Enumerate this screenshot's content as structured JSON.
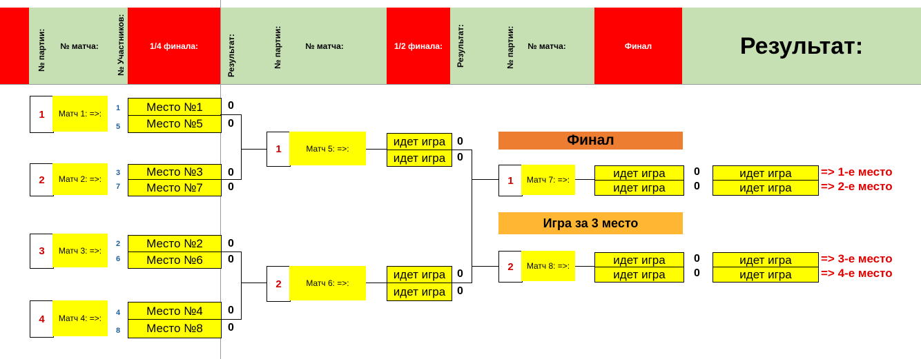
{
  "header": {
    "party_no": "№ партии:",
    "match_no": "№ матча:",
    "participants_no": "№ Участников:",
    "quarterfinal": "1/4 финала:",
    "result_short": "Результат:",
    "party_no_2": "№ партии:",
    "match_no_2": "№ матча:",
    "semifinal": "1/2 финала:",
    "result_short_2": "Результат:",
    "party_no_3": "№ партии:",
    "match_no_3": "№ матча:",
    "final": "Финал",
    "result_title": "Результат:"
  },
  "quarterfinals": [
    {
      "party": "1",
      "match": "Матч 1: =>:",
      "p1_num": "1",
      "p1": "Место №1",
      "p1_score": "0",
      "p2_num": "5",
      "p2": "Место №5",
      "p2_score": "0"
    },
    {
      "party": "2",
      "match": "Матч 2: =>:",
      "p1_num": "3",
      "p1": "Место №3",
      "p1_score": "0",
      "p2_num": "7",
      "p2": "Место №7",
      "p2_score": "0"
    },
    {
      "party": "3",
      "match": "Матч 3: =>:",
      "p1_num": "2",
      "p1": "Место №2",
      "p1_score": "0",
      "p2_num": "6",
      "p2": "Место №6",
      "p2_score": "0"
    },
    {
      "party": "4",
      "match": "Матч 4: =>:",
      "p1_num": "4",
      "p1": "Место №4",
      "p1_score": "0",
      "p2_num": "8",
      "p2": "Место №8",
      "p2_score": "0"
    }
  ],
  "semifinals": [
    {
      "party": "1",
      "match": "Матч 5: =>:",
      "p1": "идет игра",
      "p1_score": "0",
      "p2": "идет игра",
      "p2_score": "0"
    },
    {
      "party": "2",
      "match": "Матч 6: =>:",
      "p1": "идет игра",
      "p1_score": "0",
      "p2": "идет игра",
      "p2_score": "0"
    }
  ],
  "final_banner": "Финал",
  "third_banner": "Игра за 3 место",
  "finals": [
    {
      "party": "1",
      "match": "Матч 7: =>:",
      "p1": "идет игра",
      "p1_score": "0",
      "p2": "идет игра",
      "p2_score": "0",
      "r1": "идет игра",
      "r2": "идет игра",
      "place1": "=> 1-е место",
      "place2": "=> 2-е место"
    },
    {
      "party": "2",
      "match": "Матч 8: =>:",
      "p1": "идет игра",
      "p1_score": "0",
      "p2": "идет игра",
      "p2_score": "0",
      "r1": "идет игра",
      "r2": "идет игра",
      "place1": "=> 3-е место",
      "place2": "=> 4-е место"
    }
  ],
  "colors": {
    "header_green": "#c6e0b4",
    "header_red": "#ff0000",
    "slot_yellow": "#ffff00",
    "final_banner": "#ed7d31",
    "third_banner": "#ffb733",
    "place_red": "#e00000"
  }
}
